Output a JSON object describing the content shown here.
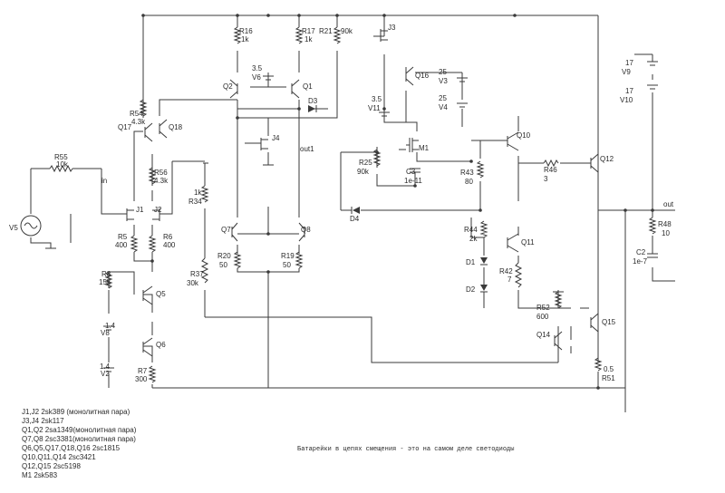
{
  "components": {
    "R55": [
      "R55",
      "10k"
    ],
    "V5": [
      "V5"
    ],
    "J1": [
      "J1"
    ],
    "J2": [
      "J2"
    ],
    "R5": [
      "R5",
      "400"
    ],
    "R6": [
      "R6",
      "400"
    ],
    "R54": [
      "R54",
      "4.3k"
    ],
    "R56": [
      "R56",
      "4.3k"
    ],
    "Q17": [
      "Q17"
    ],
    "Q18": [
      "Q18"
    ],
    "R8": [
      "R8",
      "15k"
    ],
    "Q5": [
      "Q5"
    ],
    "Q6": [
      "Q6"
    ],
    "V8": [
      "1.4",
      "V8"
    ],
    "V2": [
      "1.4",
      "V2"
    ],
    "R7": [
      "R7",
      "300"
    ],
    "R34": [
      "1k",
      "R34"
    ],
    "R37": [
      "R37",
      "30k"
    ],
    "R16": [
      "R16",
      "1k"
    ],
    "R17": [
      "R17",
      "1k"
    ],
    "R21": [
      "R21",
      "90k"
    ],
    "V6": [
      "3.5",
      "V6"
    ],
    "Q2": [
      "Q2"
    ],
    "Q1": [
      "Q1"
    ],
    "D3": [
      "D3"
    ],
    "J4": [
      "J4"
    ],
    "Q7": [
      "Q7"
    ],
    "Q8": [
      "Q8"
    ],
    "R20": [
      "R20",
      "50"
    ],
    "R19": [
      "R19",
      "50"
    ],
    "J3": [
      "J3"
    ],
    "Q16": [
      "Q16"
    ],
    "V3": [
      "25",
      "V3"
    ],
    "V4": [
      "25",
      "V4"
    ],
    "V11": [
      "3.5",
      "V11"
    ],
    "M1": [
      "M1"
    ],
    "R25": [
      "R25",
      "90k"
    ],
    "C3": [
      "C3",
      "1e-11"
    ],
    "D4": [
      "D4"
    ],
    "R43": [
      "R43",
      "80"
    ],
    "Q10": [
      "Q10"
    ],
    "R44": [
      "R44",
      "2k"
    ],
    "Q11": [
      "Q11"
    ],
    "D1": [
      "D1"
    ],
    "D2": [
      "D2"
    ],
    "R42": [
      "R42",
      "7"
    ],
    "R46": [
      "R46",
      "3"
    ],
    "Q12": [
      "Q12"
    ],
    "V9": [
      "17",
      "V9"
    ],
    "V10": [
      "17",
      "V10"
    ],
    "R48": [
      "R48",
      "10"
    ],
    "C2": [
      "C2",
      "1e-7"
    ],
    "R52": [
      "R52",
      "600"
    ],
    "Q14": [
      "Q14"
    ],
    "Q15": [
      "Q15"
    ],
    "R51": [
      "0.5",
      "R51"
    ]
  },
  "nets": {
    "in": "in",
    "out1": "out1",
    "out": "out"
  },
  "notes": [
    "J1,J2    2sk389 (монолитная пара)",
    "J3,J4    2sk117",
    "Q1,Q2   2sa1349(монолитная пара)",
    "Q7,Q8   2sc3381(монолитная пара)",
    "Q6,Q5,Q17,Q18,Q16  2sc1815",
    "Q10,Q11,Q14 2sc3421",
    "Q12,Q15 2sc5198",
    "M1 2sk583"
  ],
  "footnote": "Батарейки в цепях смещения - это на самом деле светодиоды"
}
